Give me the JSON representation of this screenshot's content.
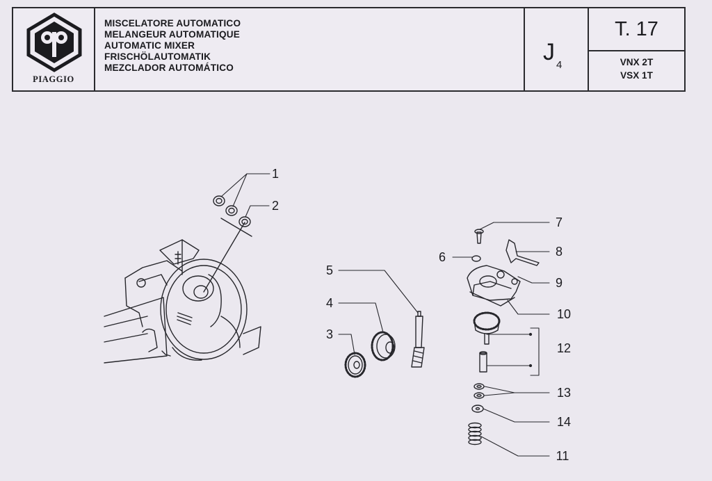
{
  "header": {
    "brand": "PIAGGIO",
    "titles": [
      "MISCELATORE AUTOMATICO",
      "MELANGEUR AUTOMATIQUE",
      "AUTOMATIC MIXER",
      "FRISCHÖLAUTOMATIK",
      "MEZCLADOR AUTOMÁTICO"
    ],
    "group_letter": "J",
    "group_sub": "4",
    "table_number": "T. 17",
    "models": [
      "VNX 2T",
      "VSX 1T"
    ]
  },
  "callouts": [
    "1",
    "2",
    "3",
    "4",
    "5",
    "6",
    "7",
    "8",
    "9",
    "10",
    "11",
    "12",
    "13",
    "14"
  ],
  "colors": {
    "paper": "#ebe8ef",
    "ink": "#1b1b1f"
  }
}
